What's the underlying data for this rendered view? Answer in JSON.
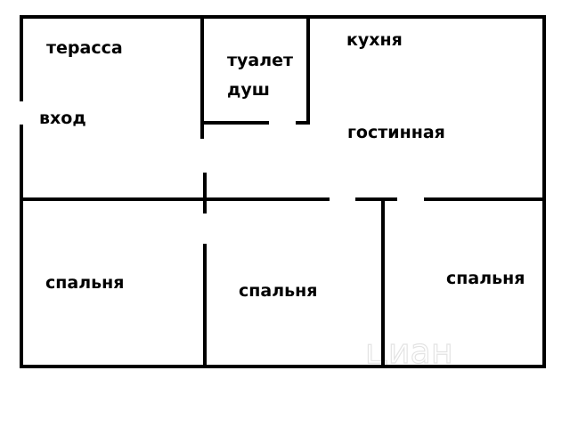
{
  "plan": {
    "rooms": {
      "terrace": "терасса",
      "entrance": "вход",
      "toilet": "туалет",
      "shower": "душ",
      "kitchen": "кухня",
      "living_room": "гостинная",
      "bedroom_left": "спальня",
      "bedroom_middle": "спальня",
      "bedroom_right": "спальня"
    },
    "watermark_text": "циан",
    "colors": {
      "walls": "#000000",
      "background": "#ffffff",
      "watermark": "#d8d8d8"
    }
  }
}
